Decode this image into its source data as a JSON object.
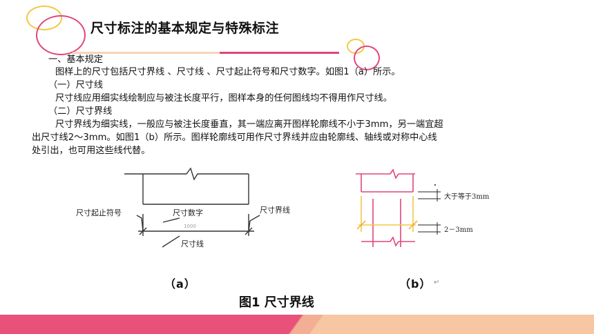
{
  "slide": {
    "title": "尺寸标注的基本规定与特殊标注",
    "paragraphs": {
      "p1": "一、基本规定",
      "p2": "图样上的尺寸包括尺寸界线 、尺寸线 、尺寸起止符号和尺寸数字。如图1（a）所示。",
      "p3": "（一）尺寸线",
      "p4": "尺寸线应用细实线绘制应与被注长度平行，图样本身的任何图线均不得用作尺寸线。",
      "p5": "（二）尺寸界线",
      "p6": "尺寸界线为细实线，一般应与被注长度垂直，其一端应离开图样轮廓线不小于3mm，另一端宜超",
      "p7": "出尺寸线2～3mm。如图1（b）所示。图样轮廓线可用作尺寸界线并应由轮廓线、轴线或对称中心线",
      "p8": "处引出，也可用这些线代替。"
    },
    "figure_a": {
      "label_start_symbol": "尺寸起止符号",
      "label_dimension_number": "尺寸数字",
      "label_extension_line": "尺寸界线",
      "label_dimension_line": "尺寸线",
      "caption": "（a）"
    },
    "figure_b": {
      "label_gap": "大于等于3mm",
      "label_overshoot": "2－3mm",
      "caption": "（b）"
    },
    "figure_caption": "图1 尺寸界线",
    "colors": {
      "pink": "#e0457b",
      "yellow": "#f2c744",
      "orange": "#f5a623",
      "footer_pink": "#e8527a",
      "footer_peach": "#f7c6a3"
    }
  }
}
